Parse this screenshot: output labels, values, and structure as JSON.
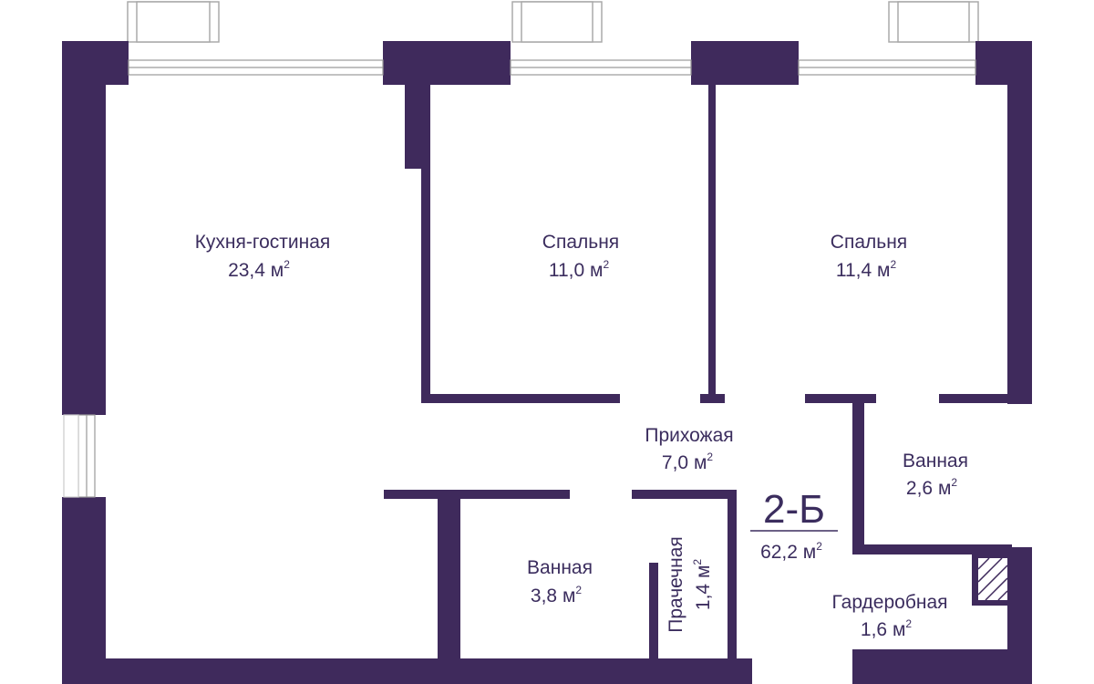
{
  "colors": {
    "wall": "#3f2a5c",
    "text": "#3b2d5e",
    "window": "#9a9a9a",
    "background": "#ffffff"
  },
  "apartment": {
    "code": "2-Б",
    "area": "62,2 м",
    "area_sup": "2"
  },
  "rooms": [
    {
      "id": "kitchen-living",
      "name": "Кухня-гостиная",
      "area": "23,4 м",
      "sup": "2"
    },
    {
      "id": "bedroom-1",
      "name": "Спальня",
      "area": "11,0 м",
      "sup": "2"
    },
    {
      "id": "bedroom-2",
      "name": "Спальня",
      "area": "11,4 м",
      "sup": "2"
    },
    {
      "id": "hallway",
      "name": "Прихожая",
      "area": "7,0 м",
      "sup": "2"
    },
    {
      "id": "bathroom-1",
      "name": "Ванная",
      "area": "2,6 м",
      "sup": "2"
    },
    {
      "id": "bathroom-2",
      "name": "Ванная",
      "area": "3,8 м",
      "sup": "2"
    },
    {
      "id": "laundry",
      "name": "Прачечная",
      "area": "1,4 м",
      "sup": "2"
    },
    {
      "id": "wardrobe",
      "name": "Гардеробная",
      "area": "1,6 м",
      "sup": "2"
    }
  ]
}
